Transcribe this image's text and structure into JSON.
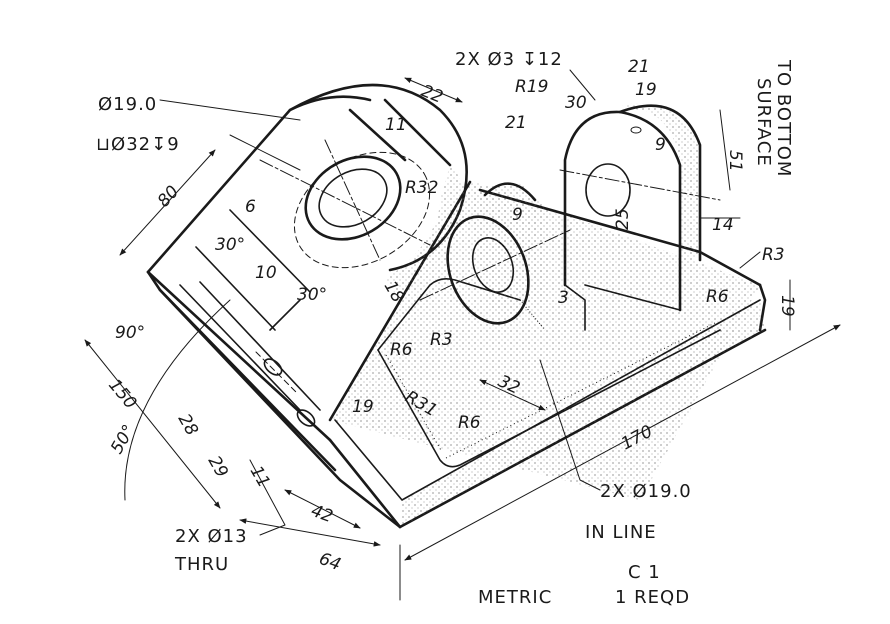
{
  "notes": {
    "bore_dia": "Ø19.0",
    "counterbore": "⊔Ø32↧9",
    "holes_top": "2X Ø3 ↧12",
    "holes_bottom": "2X Ø19.0",
    "in_line": "IN LINE",
    "thru_holes": "2X Ø13",
    "thru": "THRU",
    "to_bottom_1": "TO BOTTOM",
    "to_bottom_2": "SURFACE",
    "metric": "METRIC",
    "qty_1": "C 1",
    "qty_2": "1 REQD"
  },
  "dimensions": {
    "d80": "80",
    "d22": "22",
    "d11": "11",
    "d6": "6",
    "r32": "R32",
    "d30a": "30°",
    "d10": "10",
    "d30b": "30°",
    "d18": "18",
    "d90": "90°",
    "d150": "150",
    "d50": "50°",
    "d28": "28",
    "d29": "29",
    "d11b": "11",
    "d42": "42",
    "d64": "64",
    "d19a": "19",
    "r31": "R31",
    "r6a": "R6",
    "r3a": "R3",
    "r6b": "R6",
    "d32": "32",
    "d3": "3",
    "d170": "170",
    "r19": "R19",
    "d30c": "30",
    "d21a": "21",
    "d21b": "21",
    "d19b": "19",
    "d9a": "9",
    "d9b": "9",
    "d51": "51",
    "d25": "25",
    "d14": "14",
    "r3b": "R3",
    "r6c": "R6",
    "d19c": "19"
  }
}
